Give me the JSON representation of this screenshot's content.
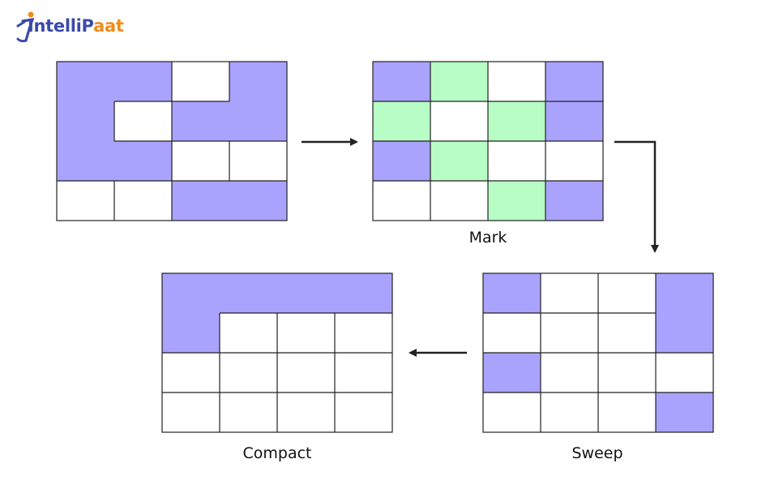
{
  "brand": {
    "name_part1": "IntelliP",
    "name_part2": "aat",
    "logo_icon": "person-jumping-icon"
  },
  "colors": {
    "purple": "#a9a3fe",
    "green": "#b7fdc5",
    "white": "#ffffff",
    "border": "#222222",
    "arrow": "#222222"
  },
  "stages": [
    {
      "id": "initial",
      "label": "",
      "cells": [
        [
          "purple",
          "purple",
          "white",
          "purple"
        ],
        [
          "purple",
          "white",
          "purple",
          "purple"
        ],
        [
          "purple",
          "purple",
          "white",
          "white"
        ],
        [
          "white",
          "white",
          "purple",
          "purple"
        ]
      ],
      "merge_purple": true
    },
    {
      "id": "mark",
      "label": "Mark",
      "cells": [
        [
          "purple",
          "green",
          "white",
          "purple"
        ],
        [
          "green",
          "white",
          "green",
          "purple"
        ],
        [
          "purple",
          "green",
          "white",
          "white"
        ],
        [
          "white",
          "white",
          "green",
          "purple"
        ]
      ],
      "merge_purple": false
    },
    {
      "id": "sweep",
      "label": "Sweep",
      "cells": [
        [
          "purple",
          "white",
          "white",
          "purple"
        ],
        [
          "white",
          "white",
          "white",
          "purple"
        ],
        [
          "purple",
          "white",
          "white",
          "white"
        ],
        [
          "white",
          "white",
          "white",
          "purple"
        ]
      ],
      "merge_purple": true
    },
    {
      "id": "compact",
      "label": "Compact",
      "cells": [
        [
          "purple",
          "purple",
          "purple",
          "purple"
        ],
        [
          "purple",
          "white",
          "white",
          "white"
        ],
        [
          "white",
          "white",
          "white",
          "white"
        ],
        [
          "white",
          "white",
          "white",
          "white"
        ]
      ],
      "merge_purple": true
    }
  ]
}
